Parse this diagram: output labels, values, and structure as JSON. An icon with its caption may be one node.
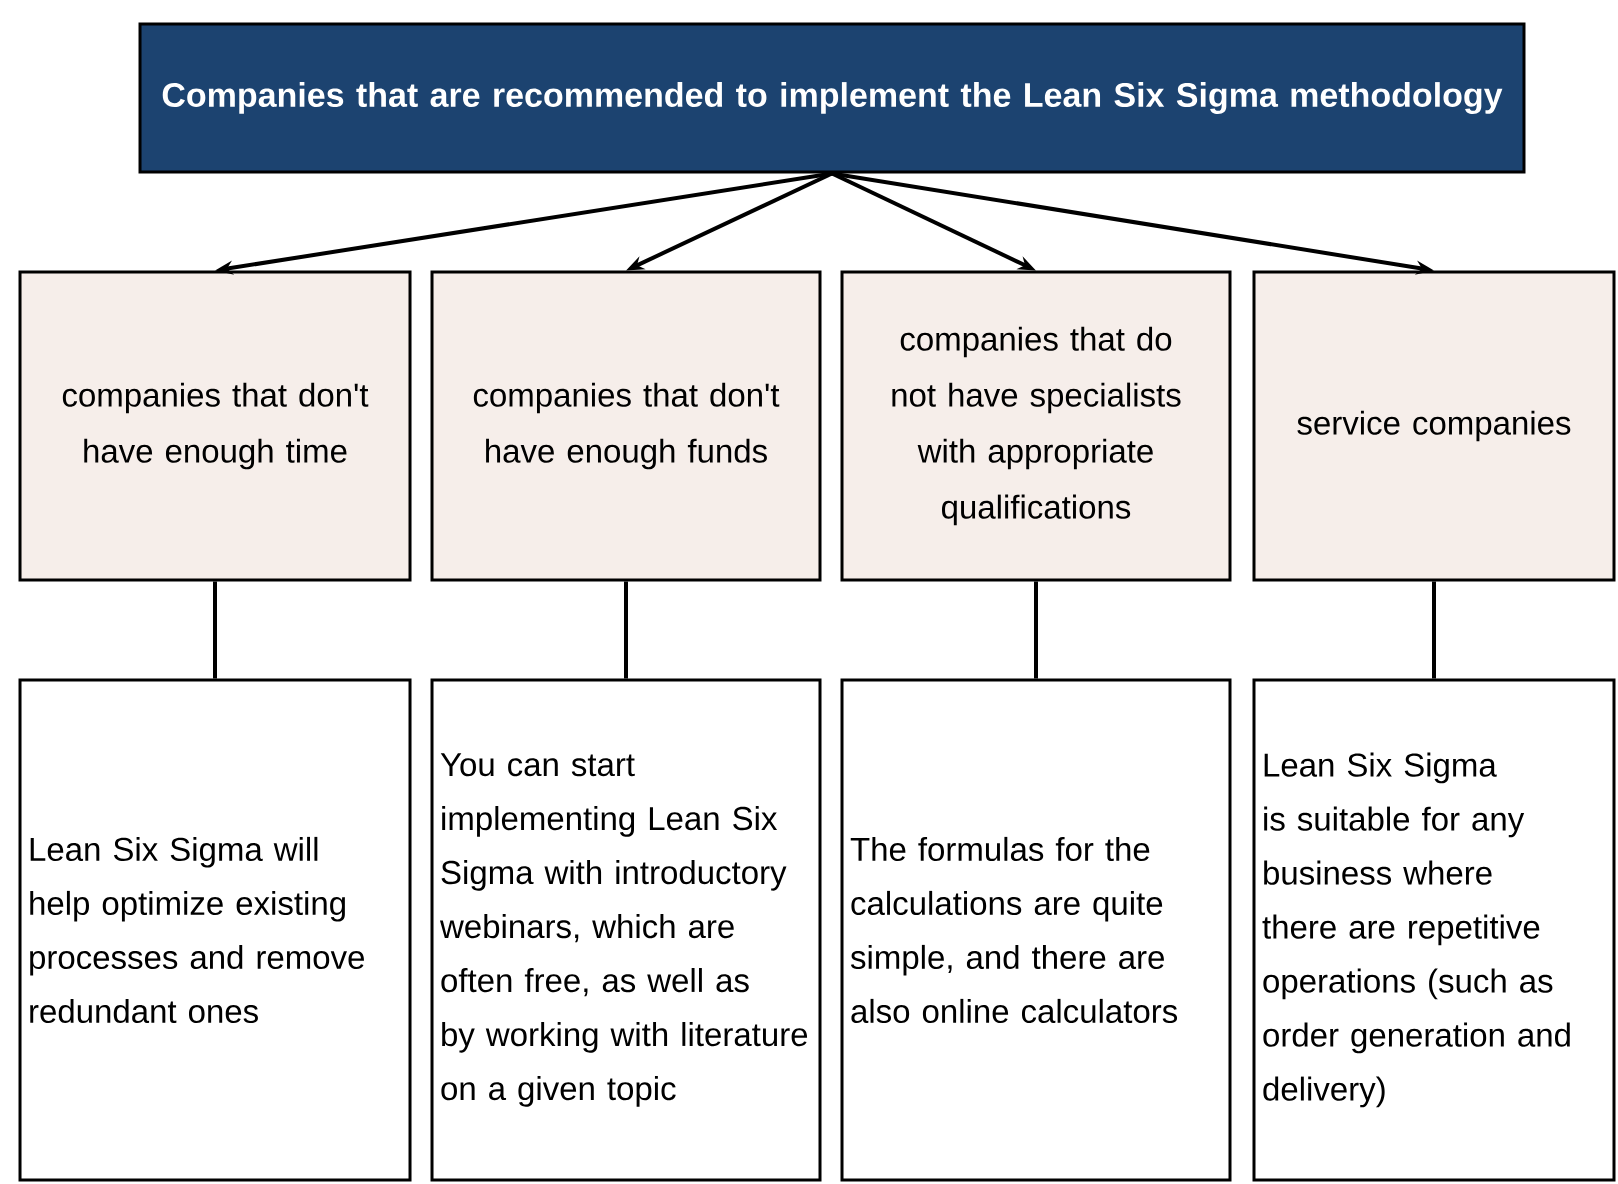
{
  "diagram": {
    "title": "Companies that are recommended to implement the Lean Six Sigma methodology",
    "nodes": [
      {
        "text": [
          "companies that don't have enough time"
        ]
      },
      {
        "text": [
          "companies that don't have enough funds"
        ]
      },
      {
        "text": [
          "companies that do not have specialists with appropriate qualifications"
        ]
      },
      {
        "text": [
          "service companies"
        ]
      },
      {
        "text": [
          "Lean Six Sigma will help optimize existing processes and remove redundant ones"
        ]
      },
      {
        "text": [
          "You can start implementing Lean Six Sigma with introductory webinars, which are often free, as well as by working with literature on a given topic"
        ]
      },
      {
        "text": [
          "The formulas for the calculations are quite simple, and there are also online calculators"
        ]
      },
      {
        "text": [
          "Lean Six Sigma is suitable for any business where there are repetitive operations (such as order generation and delivery)"
        ]
      }
    ],
    "edges": [
      {
        "from": null,
        "to": 0,
        "arrow": "to"
      },
      {
        "from": null,
        "to": 1,
        "arrow": "to"
      },
      {
        "from": null,
        "to": 2,
        "arrow": "to"
      },
      {
        "from": null,
        "to": 3,
        "arrow": "to"
      },
      {
        "from": 0,
        "to": 4,
        "arrow": "none"
      },
      {
        "from": 1,
        "to": 5,
        "arrow": "none"
      },
      {
        "from": 2,
        "to": 6,
        "arrow": "none"
      },
      {
        "from": 3,
        "to": 7,
        "arrow": "none"
      }
    ]
  }
}
